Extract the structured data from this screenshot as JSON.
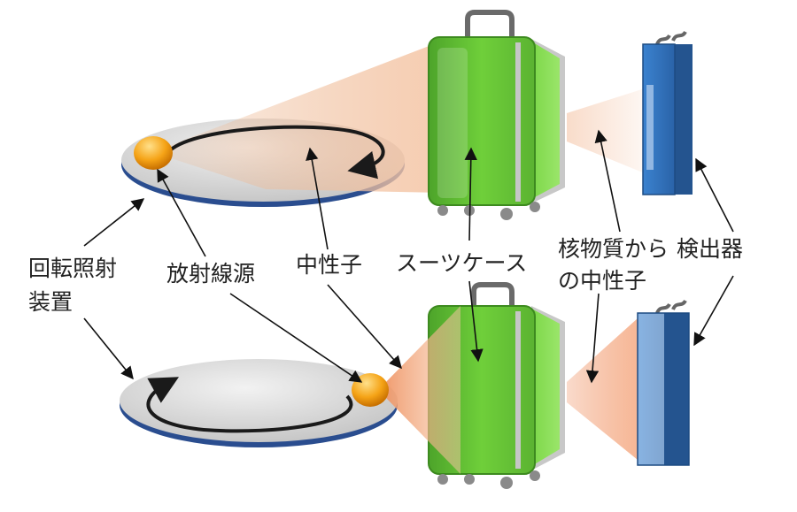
{
  "labels": {
    "rotating_device_line1": "回転照射",
    "rotating_device_line2": "装置",
    "radiation_source": "放射線源",
    "neutron": "中性子",
    "suitcase": "スーツケース",
    "nuclear_neutron_line1": "核物質から",
    "nuclear_neutron_line2": "の中性子",
    "detector": "検出器"
  },
  "colors": {
    "suitcase_green": "#6fcf3a",
    "source_orange": "#f5a316",
    "detector_blue": "#2f6fb8",
    "disk_gray": "#d9d9d9",
    "disk_rim_blue": "#2a4d8f",
    "beam_orange": "#f3a27a"
  }
}
